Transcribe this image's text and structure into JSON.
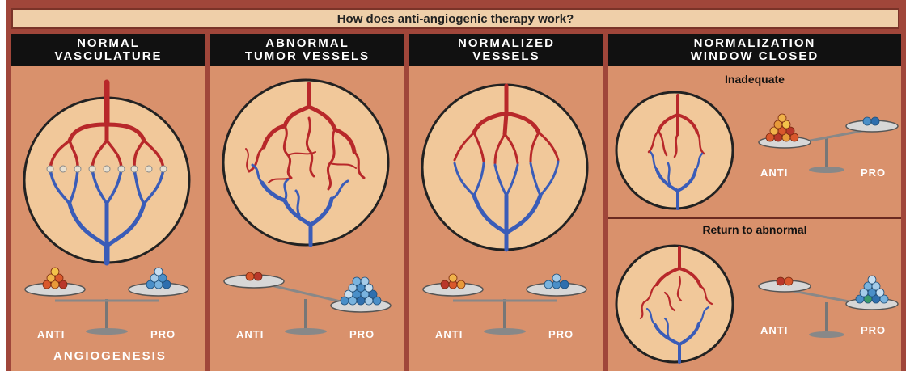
{
  "title": "How does anti-angiogenic therapy work?",
  "panels": [
    {
      "heading": [
        "NORMAL",
        "VASCULATURE"
      ],
      "anti": "ANTI",
      "pro": "PRO",
      "footer": "ANGIOGENESIS"
    },
    {
      "heading": [
        "ABNORMAL",
        "TUMOR VESSELS"
      ],
      "anti": "ANTI",
      "pro": "PRO"
    },
    {
      "heading": [
        "NORMALIZED",
        "VESSELS"
      ],
      "anti": "ANTI",
      "pro": "PRO"
    },
    {
      "heading": [
        "NORMALIZATION",
        "WINDOW CLOSED"
      ],
      "subpanels": [
        {
          "title": "Inadequate",
          "anti": "ANTI",
          "pro": "PRO"
        },
        {
          "title": "Return to abnormal",
          "anti": "ANTI",
          "pro": "PRO"
        }
      ]
    }
  ],
  "colors": {
    "artery": "#b8282a",
    "vein": "#3a5cb8",
    "panel_bg": "#d9916c",
    "circle_fill": "#f1c89a",
    "header_bg": "#111111",
    "title_bg": "#efcfa9",
    "anti_balls": "#d9582c",
    "pro_balls": "#4a8fc8"
  }
}
